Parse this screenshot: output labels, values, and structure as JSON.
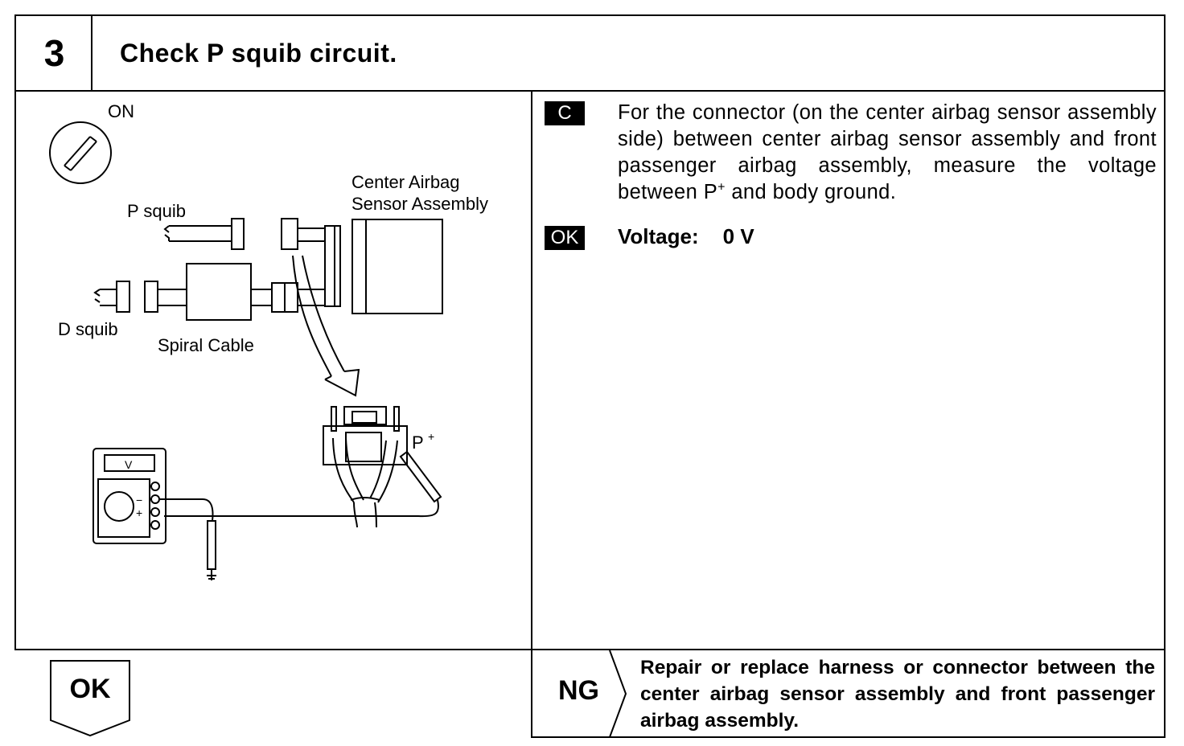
{
  "step": {
    "number": "3",
    "title": "Check P squib circuit."
  },
  "illustration": {
    "labels": {
      "ignition": "ON",
      "center_sensor_line1": "Center Airbag",
      "center_sensor_line2": "Sensor Assembly",
      "p_squib": "P squib",
      "d_squib": "D squib",
      "spiral_cable": "Spiral Cable",
      "p_plus": "P",
      "p_plus_sup": "+",
      "meter_v": "V",
      "minus": "−",
      "plus": "+"
    }
  },
  "instruction": {
    "badge": "C",
    "text_before": "For the connector (on the center airbag sensor assembly side) between center airbag sensor assembly and front passenger airbag assembly, measure the voltage between P",
    "sup": "+",
    "text_after": " and body ground."
  },
  "spec": {
    "badge": "OK",
    "label": "Voltage:",
    "value": "0 V"
  },
  "results": {
    "ok_label": "OK",
    "ng_label": "NG",
    "ng_text": "Repair or replace harness or connector between the center airbag sensor assembly and front passenger airbag assembly."
  }
}
